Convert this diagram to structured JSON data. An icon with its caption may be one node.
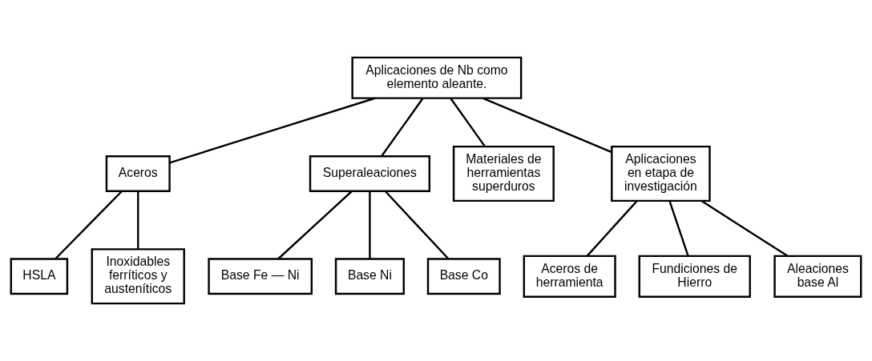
{
  "diagram": {
    "nodes": [
      {
        "text": [
          "Aplicaciones de Nb como elemento aleante."
        ]
      },
      {
        "text": [
          "Aceros"
        ]
      },
      {
        "text": [
          "Superaleaciones"
        ]
      },
      {
        "text": [
          "Materiales de herramientas superduros"
        ]
      },
      {
        "text": [
          "Aplicaciones en etapa de investigación"
        ]
      },
      {
        "text": [
          "HSLA"
        ]
      },
      {
        "text": [
          "Inoxidables ferríticos y austeníticos"
        ]
      },
      {
        "text": [
          "Base Fe — Ni"
        ]
      },
      {
        "text": [
          "Base Ni"
        ]
      },
      {
        "text": [
          "Base Co"
        ]
      },
      {
        "text": [
          "Aceros de herramienta"
        ]
      },
      {
        "text": [
          "Fundiciones de Hierro"
        ]
      },
      {
        "text": [
          "Aleaciones base Al"
        ]
      }
    ],
    "edges": [
      {
        "from": 0,
        "to": 1,
        "arrow": "none"
      },
      {
        "from": 0,
        "to": 2,
        "arrow": "none"
      },
      {
        "from": 0,
        "to": 3,
        "arrow": "none"
      },
      {
        "from": 0,
        "to": 4,
        "arrow": "none"
      },
      {
        "from": 1,
        "to": 5,
        "arrow": "none"
      },
      {
        "from": 1,
        "to": 6,
        "arrow": "none"
      },
      {
        "from": 2,
        "to": 7,
        "arrow": "none"
      },
      {
        "from": 2,
        "to": 8,
        "arrow": "none"
      },
      {
        "from": 2,
        "to": 9,
        "arrow": "none"
      },
      {
        "from": 4,
        "to": 10,
        "arrow": "none"
      },
      {
        "from": 4,
        "to": 11,
        "arrow": "none"
      },
      {
        "from": 4,
        "to": 12,
        "arrow": "none"
      }
    ]
  }
}
